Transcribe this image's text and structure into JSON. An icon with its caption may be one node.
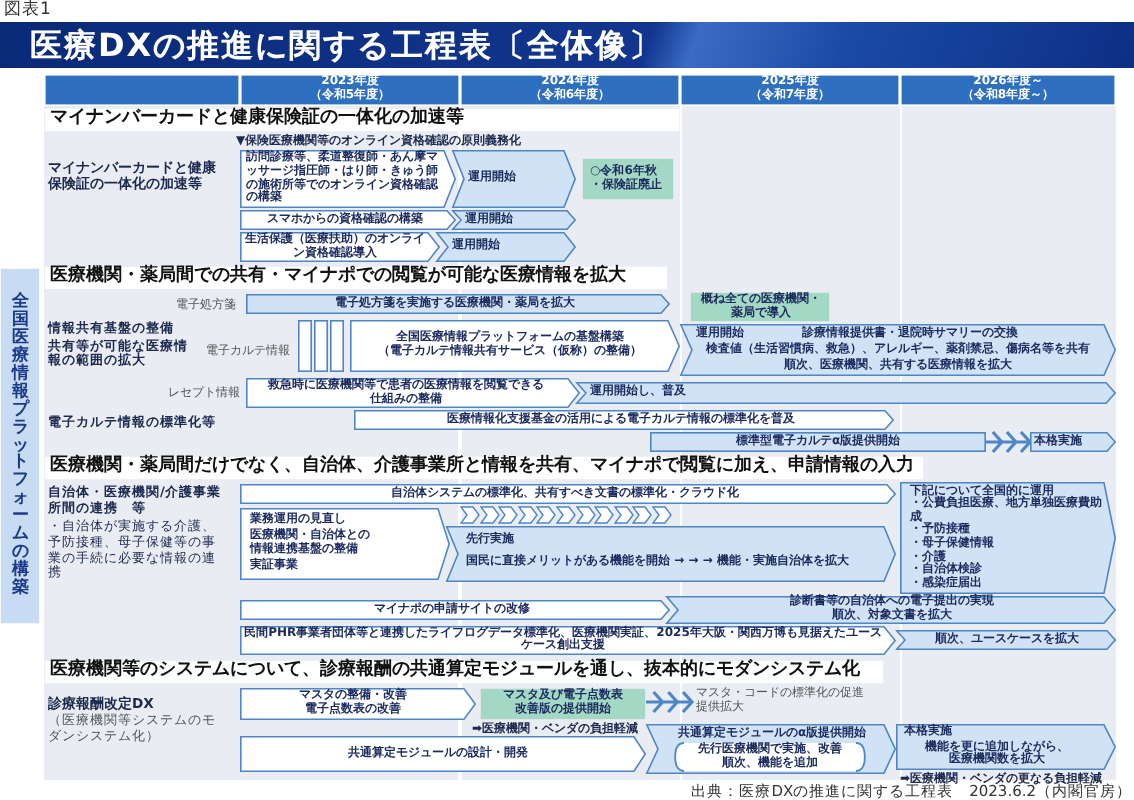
{
  "diagram": {
    "title": "医療DXの推進に関する工程表〔全体像〕",
    "caption": "出典：医療DXの推進に関する工程表　2023.6.2（内閣官房）",
    "nodes": [
      {
        "text": [],
        "shape": "box"
      },
      {
        "text": [
          "2023年度",
          "（令和5年度）"
        ]
      },
      {
        "text": [
          "2024年度",
          "（令和6年度）"
        ]
      },
      {
        "text": [
          "2025年度",
          "（令和7年度）"
        ]
      },
      {
        "text": [
          "2026年度～",
          "（令和8年度～）"
        ]
      },
      {
        "text": [
          "マイナンバーカードと健康保険証の一体化の加速等"
        ]
      },
      {
        "text": [
          "訪問診療等、柔道整復師・あん摩マッサージ指圧師・はり師・きゅう師の施術所等でのオンライン資格確認の構築"
        ]
      },
      {
        "text": [
          "運用開始"
        ]
      },
      {
        "text": [
          "○令和6年秋",
          "・保険証廃止"
        ]
      },
      {
        "text": [
          "スマホからの資格確認の構築"
        ]
      },
      {
        "text": [
          "運用開始"
        ]
      },
      {
        "text": [
          "生活保護（医療扶助）のオンライン資格確認導入"
        ]
      },
      {
        "text": [
          "運用開始"
        ]
      },
      {
        "text": [
          "全国医療情報プラットフォームの構築"
        ]
      },
      {
        "text": [
          "医療機関・薬局間での共有・マイナポでの閲覧が可能な医療情報を拡大"
        ]
      },
      {
        "text": [
          "電子処方箋を実施する医療機関・薬局を拡大"
        ]
      },
      {
        "text": [
          "概ね全ての医療機関・薬局で導入"
        ]
      },
      {
        "text": [],
        "shape": "box"
      },
      {
        "text": [],
        "shape": "box"
      },
      {
        "text": [],
        "shape": "box"
      },
      {
        "text": [
          "全国医療情報プラットフォームの基盤構築",
          "（電子カルテ情報共有サービス（仮称）の整備）"
        ]
      },
      {
        "text": [
          "運用開始",
          "診療情報提供書・退院時サマリーの交換",
          "検査値（生活習慣病、救急）、アレルギー、薬剤禁忌、傷病名等を共有",
          "順次、医療機関、共有する医療情報を拡大"
        ]
      },
      {
        "text": [
          "救急時に医療機関等で患者の医療情報を閲覧できる仕組みの整備"
        ]
      },
      {
        "text": [
          "運用開始し、普及"
        ]
      },
      {
        "text": [
          "医療情報化支援基金の活用による電子カルテ情報の標準化を普及"
        ]
      },
      {
        "text": [
          "標準型電子カルテα版提供開始"
        ]
      },
      {
        "text": [
          "本格実施"
        ]
      },
      {
        "text": [
          "医療機関・薬局間だけでなく、自治体、介護事業所と情報を共有、マイナポで閲覧に加え、申請情報の入力"
        ]
      },
      {
        "text": [
          "自治体システムの標準化、共有すべき文書の標準化・クラウド化"
        ]
      },
      {
        "text": [
          "下記について全国的に運用",
          "・公費負担医療、地方単独医療費助成",
          "・予防接種",
          "・母子保健情報",
          "・介護",
          "・自治体検診",
          "・感染症届出"
        ]
      },
      {
        "text": [
          "業務運用の見直し",
          "医療機関・自治体との情報連携基盤の整備",
          "実証事業"
        ]
      },
      {
        "text": [
          "先行実施",
          "国民に直接メリットがある機能を開始 → → → 機能・実施自治体を拡大"
        ]
      },
      {
        "text": [
          "マイナポの申請サイトの改修"
        ]
      },
      {
        "text": [
          "診断書等の自治体への電子提出の実現",
          "順次、対象文書を拡大"
        ]
      },
      {
        "text": [
          "民間PHR事業者団体等と連携したライフログデータ標準化、医療機関実証、2025年大阪・関西万博も見据えたユースケース創出支援"
        ]
      },
      {
        "text": [
          "順次、ユースケースを拡大"
        ]
      },
      {
        "text": [
          "医療機関等のシステムについて、診療報酬の共通算定モジュールを通し、抜本的にモダンシステム化"
        ]
      },
      {
        "text": [
          "マスタの整備・改善",
          "電子点数表の改善"
        ]
      },
      {
        "text": [
          "マスタ及び電子点数表改善版の提供開始"
        ]
      },
      {
        "text": [
          "マスタ・コードの標準化の促進",
          "提供拡大"
        ]
      },
      {
        "text": [
          "共通算定モジュールの設計・開発"
        ]
      },
      {
        "text": [
          "共通算定モジュールのα版提供開始"
        ]
      },
      {
        "text": [
          "先行医療機関で実施、改善",
          "順次、機能を追加"
        ],
        "in": 41
      },
      {
        "text": [
          "本格実施",
          "機能を更に追加しながら、医療機関数を拡大"
        ]
      }
    ],
    "edges": [
      {
        "from": 25,
        "to": 26,
        "arrow": "to"
      },
      {
        "from": 38,
        "to": 39,
        "arrow": "to"
      }
    ],
    "labels": [
      "図表1",
      "▼保険医療機関等のオンライン資格確認の原則義務化",
      "マイナンバーカードと健康保険証の一体化の加速等",
      "電子処方箋",
      "情報共有基盤の整備",
      "共有等が可能な医療情報の範囲の拡大",
      "電子カルテ情報",
      "レセプト情報",
      "電子カルテ情報の標準化等",
      "自治体・医療機関/介護事業所間の連携　等",
      "・自治体が実施する介護、予防接種、母子保健等の事業の手続に必要な情報の連携",
      "診療報酬改定DX",
      "（医療機関等システムのモダンシステム化）",
      "➡医療機関・ベンダの負担軽減",
      "➡医療機関・ベンダの更なる負担軽減"
    ]
  }
}
